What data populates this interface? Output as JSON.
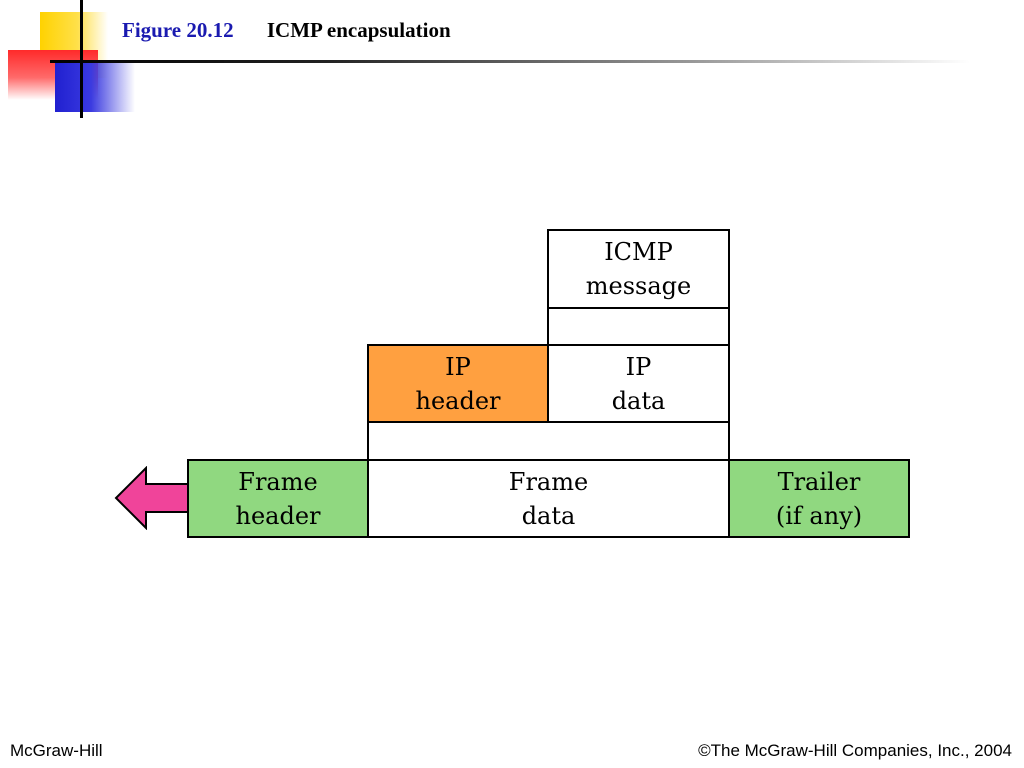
{
  "slide": {
    "figure_number": "Figure 20.12",
    "figure_caption": "ICMP encapsulation"
  },
  "diagram": {
    "icmp_message": {
      "line1": "ICMP",
      "line2": "message"
    },
    "ip_header": {
      "line1": "IP",
      "line2": "header"
    },
    "ip_data": {
      "line1": "IP",
      "line2": "data"
    },
    "frame_header": {
      "line1": "Frame",
      "line2": "header"
    },
    "frame_data": {
      "line1": "Frame",
      "line2": "data"
    },
    "trailer": {
      "line1": "Trailer",
      "line2": "(if any)"
    }
  },
  "footer": {
    "publisher": "McGraw-Hill",
    "copyright": "©The McGraw-Hill Companies, Inc., 2004"
  },
  "colors": {
    "frame_fill": "#90d880",
    "ip_header_fill": "#ffa040",
    "arrow_fill": "#f0449a",
    "title_accent": "#1a1ab0"
  }
}
